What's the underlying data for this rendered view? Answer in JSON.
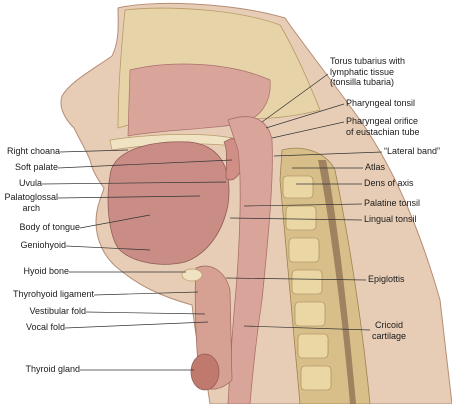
{
  "diagram": {
    "labels_left": [
      {
        "id": "right-choana",
        "text": "Right choana"
      },
      {
        "id": "soft-palate",
        "text": "Soft palate"
      },
      {
        "id": "uvula",
        "text": "Uvula"
      },
      {
        "id": "palatoglossal-arch",
        "text": "Palatoglossal\narch"
      },
      {
        "id": "body-of-tongue",
        "text": "Body of tongue"
      },
      {
        "id": "geniohyoid",
        "text": "Geniohyoid"
      },
      {
        "id": "hyoid-bone",
        "text": "Hyoid bone"
      },
      {
        "id": "thyrohyoid-ligament",
        "text": "Thyrohyoid ligament"
      },
      {
        "id": "vestibular-fold",
        "text": "Vestibular fold"
      },
      {
        "id": "vocal-fold",
        "text": "Vocal fold"
      },
      {
        "id": "thyroid-gland",
        "text": "Thyroid gland"
      }
    ],
    "labels_right": [
      {
        "id": "torus-tubarius",
        "text": "Torus tubarius with\nlymphatic tissue\n(tonsilla tubaria)"
      },
      {
        "id": "pharyngeal-tonsil",
        "text": "Pharyngeal tonsil"
      },
      {
        "id": "pharyngeal-orifice",
        "text": "Pharyngeal orifice\nof eustachian tube"
      },
      {
        "id": "lateral-band",
        "text": "“Lateral band”"
      },
      {
        "id": "atlas",
        "text": "Atlas"
      },
      {
        "id": "dens-of-axis",
        "text": "Dens of axis"
      },
      {
        "id": "palatine-tonsil",
        "text": "Palatine tonsil"
      },
      {
        "id": "lingual-tonsil",
        "text": "Lingual tonsil"
      },
      {
        "id": "epiglottis",
        "text": "Epiglottis"
      },
      {
        "id": "cricoid-cartilage",
        "text": "Cricoid\ncartilage"
      }
    ]
  },
  "colors": {
    "skin": "#e8cdb6",
    "bone": "#e6d3a8",
    "muscle": "#c98d86",
    "mucosa": "#d9a49a",
    "vertebra": "#d8bf8a",
    "leader": "#333333"
  }
}
